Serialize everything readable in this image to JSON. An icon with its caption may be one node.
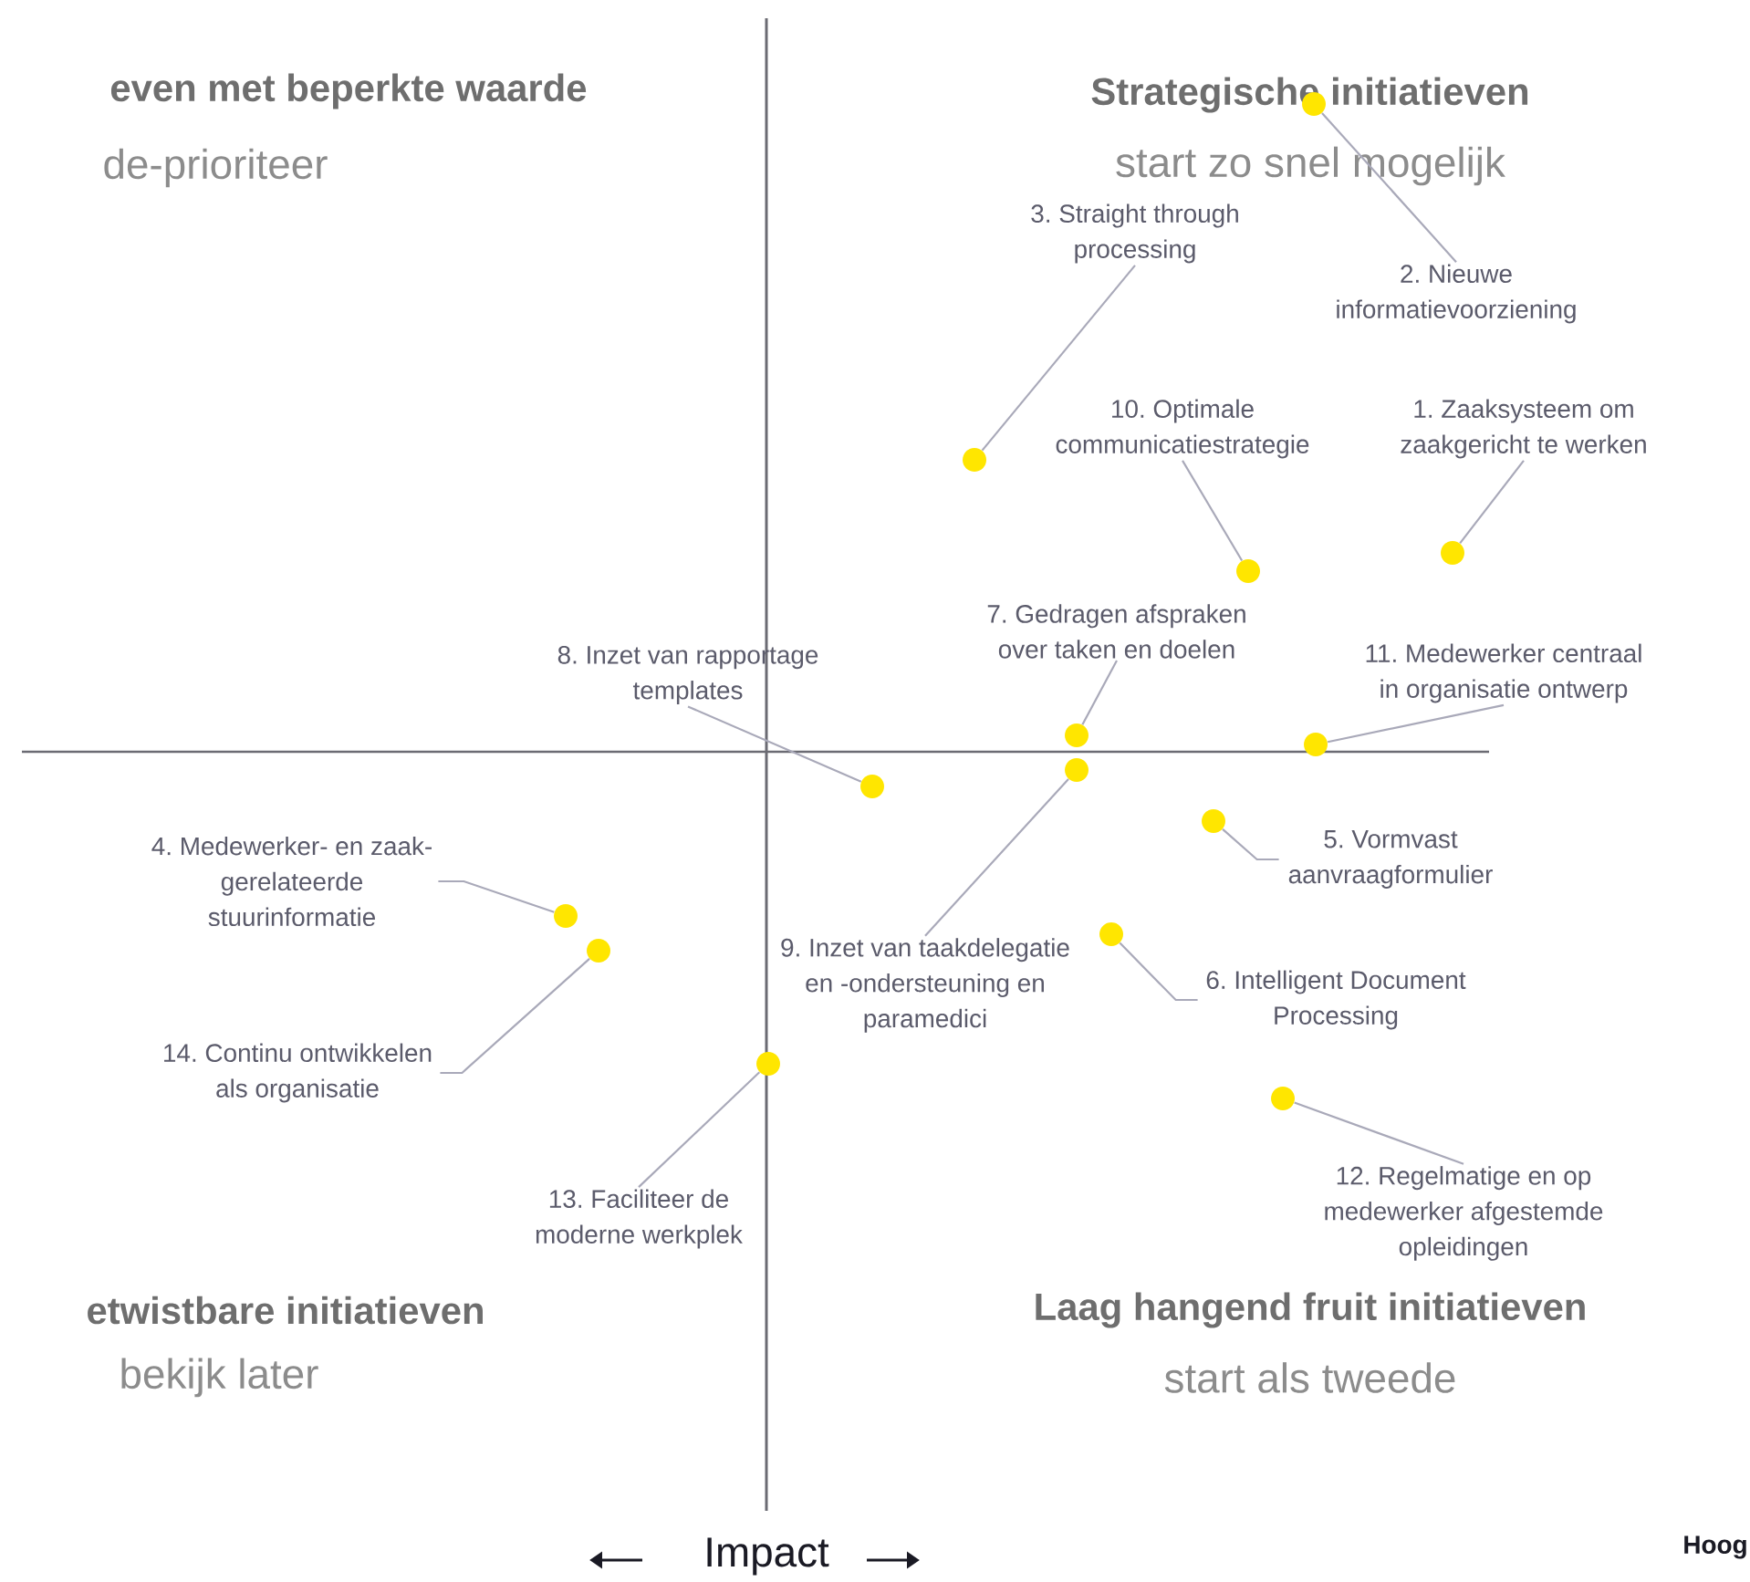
{
  "diagram": {
    "nodes": [
      {
        "text": [
          "3. Straight through processing"
        ]
      },
      {
        "text": [
          "2. Nieuwe informatievoorziening"
        ]
      },
      {
        "text": [
          "10. Optimale communicatiestrategie"
        ]
      },
      {
        "text": [
          "1. Zaaksysteem om zaakgericht te werken"
        ]
      },
      {
        "text": [
          "7. Gedragen afspraken over taken en doelen"
        ]
      },
      {
        "text": [
          "8. Inzet van rapportage templates"
        ]
      },
      {
        "text": [
          "11. Medewerker centraal in organisatie ontwerp"
        ]
      },
      {
        "text": [
          "4. Medewerker- en zaak- gerelateerde stuurinformatie"
        ]
      },
      {
        "text": [
          "5. Vormvast aanvraagformulier"
        ]
      },
      {
        "text": [
          "9. Inzet van taakdelegatie en -ondersteuning en paramedici"
        ]
      },
      {
        "text": [
          "6. Intelligent Document Processing"
        ]
      },
      {
        "text": [
          "14. Continu ontwikkelen als organisatie"
        ]
      },
      {
        "text": [
          "12. Regelmatige en op medewerker afgestemde opleidingen"
        ]
      },
      {
        "text": [
          "13. Faciliteer de moderne werkplek"
        ]
      },
      {
        "text": [],
        "shape": "circle"
      },
      {
        "text": [],
        "shape": "circle"
      },
      {
        "text": [],
        "shape": "circle"
      },
      {
        "text": [],
        "shape": "circle"
      },
      {
        "text": [],
        "shape": "circle"
      },
      {
        "text": [],
        "shape": "circle"
      },
      {
        "text": [],
        "shape": "circle"
      },
      {
        "text": [],
        "shape": "circle"
      },
      {
        "text": [],
        "shape": "circle"
      },
      {
        "text": [],
        "shape": "circle"
      },
      {
        "text": [],
        "shape": "circle"
      },
      {
        "text": [],
        "shape": "circle"
      },
      {
        "text": [],
        "shape": "circle"
      },
      {
        "text": [],
        "shape": "circle"
      }
    ],
    "edges": [
      {
        "from": 0,
        "to": 15,
        "arrow": "none"
      },
      {
        "from": 1,
        "to": 14,
        "arrow": "none"
      },
      {
        "from": 2,
        "to": 17,
        "arrow": "none"
      },
      {
        "from": 3,
        "to": 16,
        "arrow": "none"
      },
      {
        "from": 4,
        "to": 18,
        "arrow": "none"
      },
      {
        "from": 5,
        "to": 21,
        "arrow": "none"
      },
      {
        "from": 6,
        "to": 19,
        "arrow": "none"
      },
      {
        "from": 7,
        "to": 23,
        "arrow": "none"
      },
      {
        "from": 8,
        "to": 22,
        "arrow": "none"
      },
      {
        "from": 9,
        "to": 20,
        "arrow": "none"
      },
      {
        "from": 10,
        "to": 24,
        "arrow": "none"
      },
      {
        "from": 11,
        "to": 25,
        "arrow": "none"
      },
      {
        "from": 12,
        "to": 27,
        "arrow": "none"
      },
      {
        "from": 13,
        "to": 26,
        "arrow": "none"
      }
    ],
    "labels": [
      "even met beperkte waarde",
      "Strategische initiatieven",
      "de-prioriteer",
      "start zo snel mogelijk",
      "etwistbare initiatieven",
      "Laag hangend fruit initiatieven",
      "bekijk later",
      "start als tweede",
      "Impact",
      "Hoog"
    ]
  }
}
